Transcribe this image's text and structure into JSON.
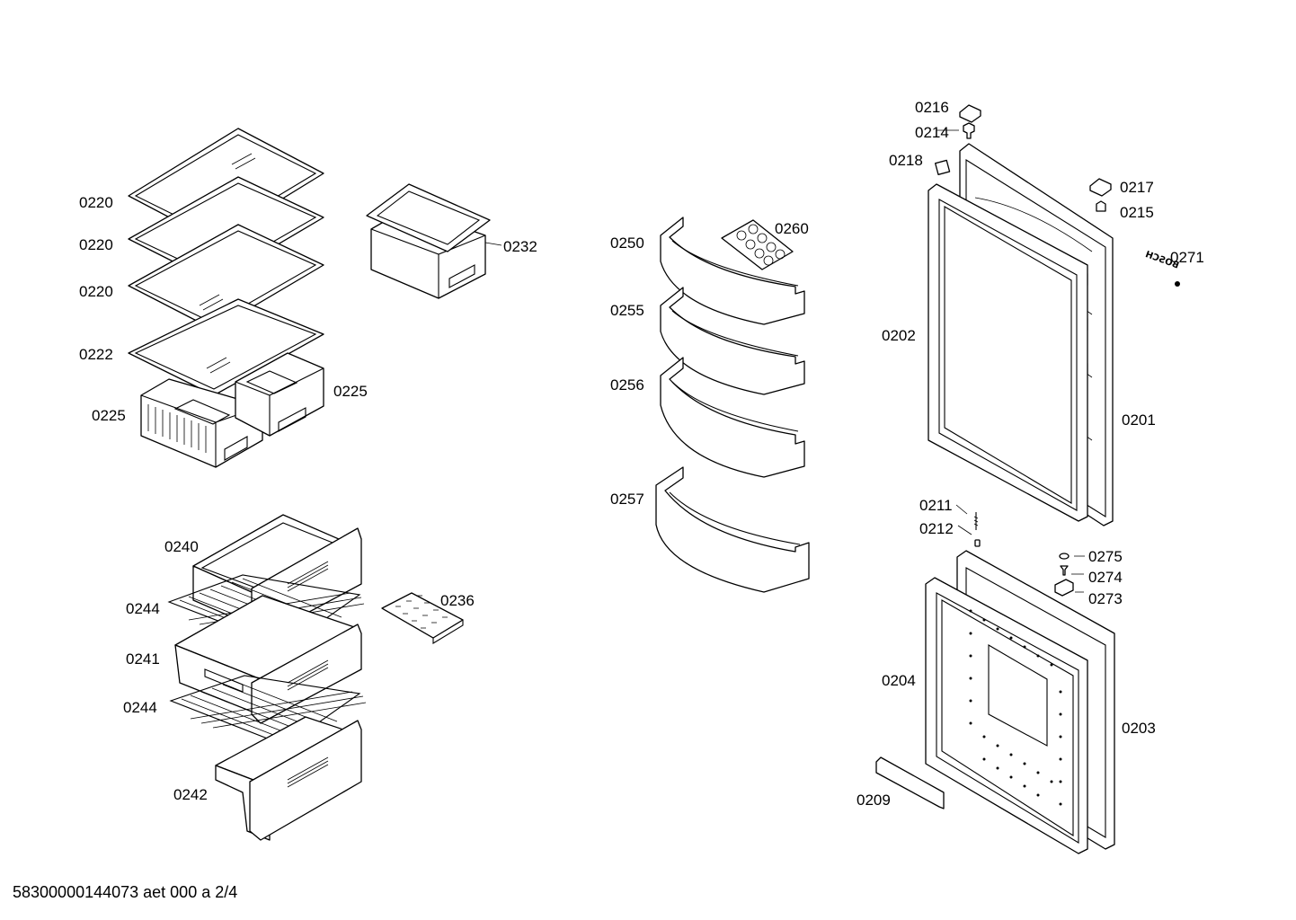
{
  "labels": {
    "l0220a": "0220",
    "l0220b": "0220",
    "l0220c": "0220",
    "l0222": "0222",
    "l0225a": "0225",
    "l0225b": "0225",
    "l0232": "0232",
    "l0240": "0240",
    "l0244a": "0244",
    "l0241": "0241",
    "l0244b": "0244",
    "l0242": "0242",
    "l0236": "0236",
    "l0250": "0250",
    "l0260": "0260",
    "l0255": "0255",
    "l0256": "0256",
    "l0257": "0257",
    "l0216": "0216",
    "l0214": "0214",
    "l0218": "0218",
    "l0217": "0217",
    "l0215": "0215",
    "l0271": "0271",
    "l0202": "0202",
    "l0201": "0201",
    "l0211": "0211",
    "l0212": "0212",
    "l0275": "0275",
    "l0274": "0274",
    "l0273": "0273",
    "l0204": "0204",
    "l0203": "0203",
    "l0209": "0209"
  },
  "logo_text": "BOSCH",
  "footer": "58300000144073 aet 000 a 2/4"
}
